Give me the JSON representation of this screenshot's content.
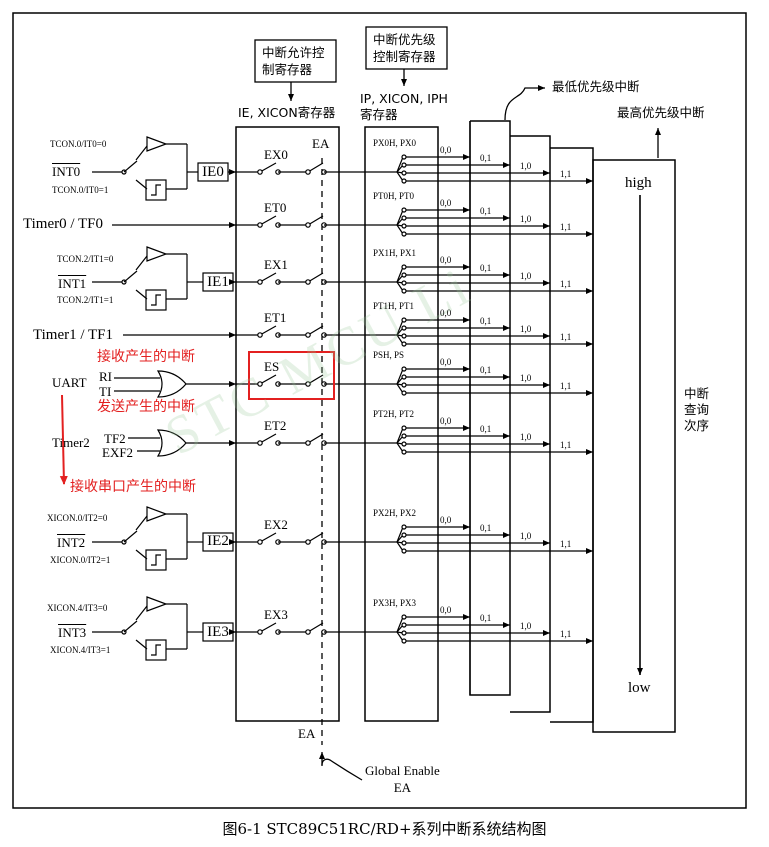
{
  "registers": {
    "enable_title": "中断允许控\n制寄存器",
    "enable_name": "IE, XICON寄存器",
    "priority_title": "中断优先级\n控制寄存器",
    "priority_name": "IP, XICON, IPH\n寄存器",
    "ea_top": "EA",
    "ea_bottom": "EA",
    "global_enable": "Global Enable\nEA"
  },
  "sources": {
    "int0_top": "TCON.0/IT0=0",
    "int0": "INT0",
    "int0_bot": "TCON.0/IT0=1",
    "ie0": "IE0",
    "timer0": "Timer0 / TF0",
    "int1_top": "TCON.2/IT1=0",
    "int1": "INT1",
    "int1_bot": "TCON.2/IT1=1",
    "ie1": "IE1",
    "timer1": "Timer1 / TF1",
    "uart": "UART",
    "ri": "RI",
    "ti": "TI",
    "timer2": "Timer2",
    "tf2": "TF2",
    "exf2": "EXF2",
    "int2_top": "XICON.0/IT2=0",
    "int2": "INT2",
    "int2_bot": "XICON.0/IT2=1",
    "ie2": "IE2",
    "int3_top": "XICON.4/IT3=0",
    "int3": "INT3",
    "int3_bot": "XICON.4/IT3=1",
    "ie3": "IE3"
  },
  "enable_bits": [
    "EX0",
    "ET0",
    "EX1",
    "ET1",
    "ES",
    "ET2",
    "EX2",
    "EX3"
  ],
  "priority_bits": [
    "PX0H, PX0",
    "PT0H, PT0",
    "PX1H, PX1",
    "PT1H, PT1",
    "PSH, PS",
    "PT2H, PT2",
    "PX2H, PX2",
    "PX3H, PX3"
  ],
  "priority_levels": [
    "0,0",
    "0,1",
    "1,0",
    "1,1"
  ],
  "annotations": {
    "rx_interrupt": "接收产生的中断",
    "tx_interrupt": "发送产生的中断",
    "rx_serial_interrupt": "接收串口产生的中断"
  },
  "priority_labels": {
    "lowest": "最低优先级中断",
    "highest": "最高优先级中断",
    "high": "high",
    "low": "low",
    "polling": "中断\n查询\n次序"
  },
  "watermark": "STC MCU Li",
  "caption": "图6-1   STC89C51RC/RD+系列中断系统结构图",
  "colors": {
    "annotation": "#e32020",
    "highlight_box": "#e32020"
  }
}
